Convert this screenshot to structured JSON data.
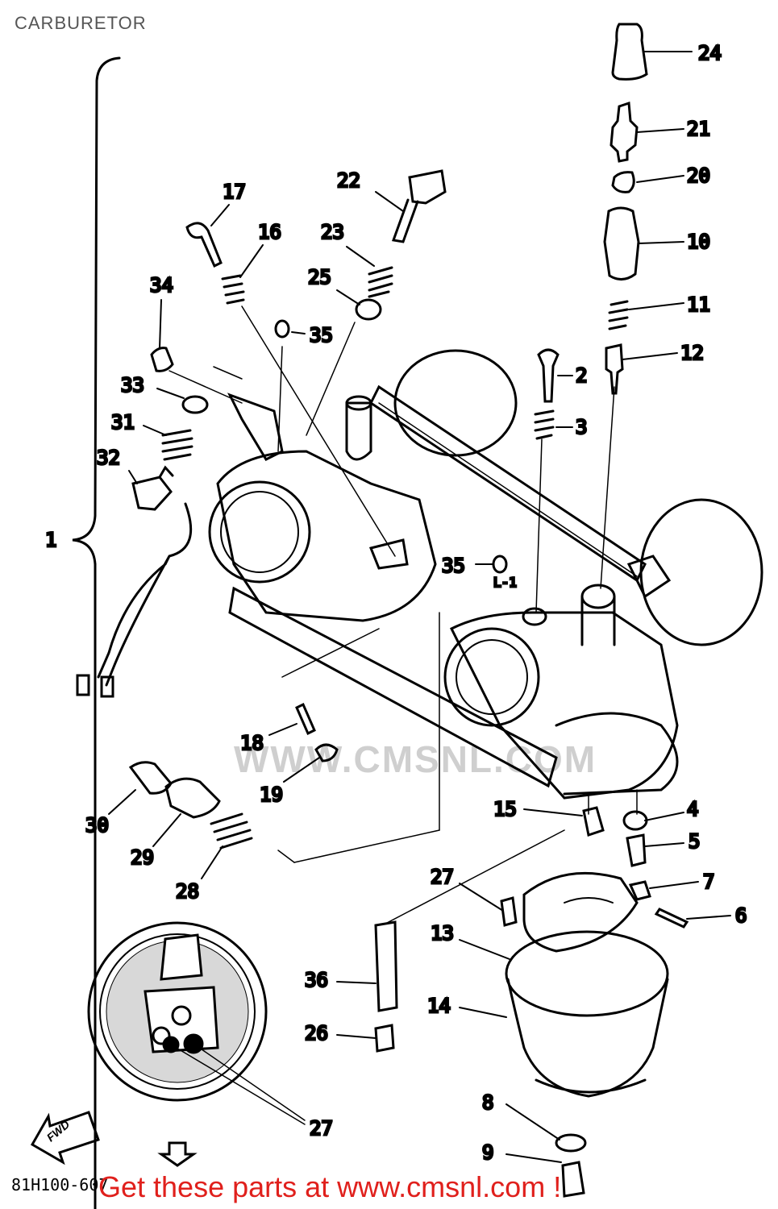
{
  "page": {
    "title": "CARBURETOR"
  },
  "callouts": {
    "n24": "24",
    "n21": "21",
    "n20": "20",
    "n10": "10",
    "n11": "11",
    "n12": "12",
    "n22": "22",
    "n17": "17",
    "n16": "16",
    "n23": "23",
    "n25": "25",
    "n34": "34",
    "n35a": "35",
    "n35b": "35",
    "n33": "33",
    "n31": "31",
    "n32": "32",
    "n2": "2",
    "n3": "3",
    "n1": "1",
    "nL1": "L-1",
    "n18": "18",
    "n19": "19",
    "n30": "30",
    "n29": "29",
    "n28": "28",
    "n15": "15",
    "n4": "4",
    "n5": "5",
    "n7": "7",
    "n6": "6",
    "n27a": "27",
    "n13": "13",
    "n36": "36",
    "n14": "14",
    "n26": "26",
    "n8": "8",
    "n27b": "27",
    "n9": "9"
  },
  "fwd_label": "FWD",
  "watermark": "WWW.CMSNL.COM",
  "footer": {
    "code": "81H100-607",
    "promo": "Get these parts at www.cmsnl.com !"
  }
}
